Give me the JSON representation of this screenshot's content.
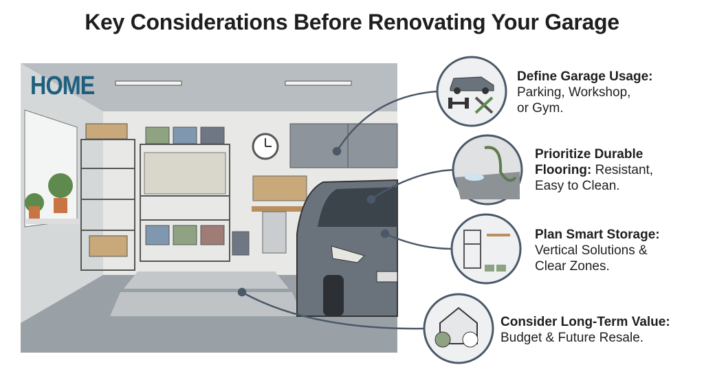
{
  "title": "Key Considerations Before Renovating Your Garage",
  "logo": "HOME",
  "items": [
    {
      "heading": "Define Garage Usage:",
      "line1": "Parking, Workshop,",
      "line2": "or Gym.",
      "icon": "car-gym-tools-icon"
    },
    {
      "heading": "Prioritize Durable",
      "heading2": "Flooring:",
      "line1": " Resistant,",
      "line2": "Easy to Clean.",
      "icon": "hose-floor-icon"
    },
    {
      "heading": "Plan Smart Storage:",
      "line1": "Vertical Solutions &",
      "line2": "Clear Zones.",
      "icon": "shelves-storage-icon"
    },
    {
      "heading": "Consider Long-Term Value:",
      "line1": "Budget & Future Resale.",
      "icon": "house-money-clock-icon"
    }
  ],
  "colors": {
    "accent": "#4a5868",
    "wall": "#e8e9e6",
    "floor": "#9aa1a6",
    "logo": "#1f5f7e"
  }
}
